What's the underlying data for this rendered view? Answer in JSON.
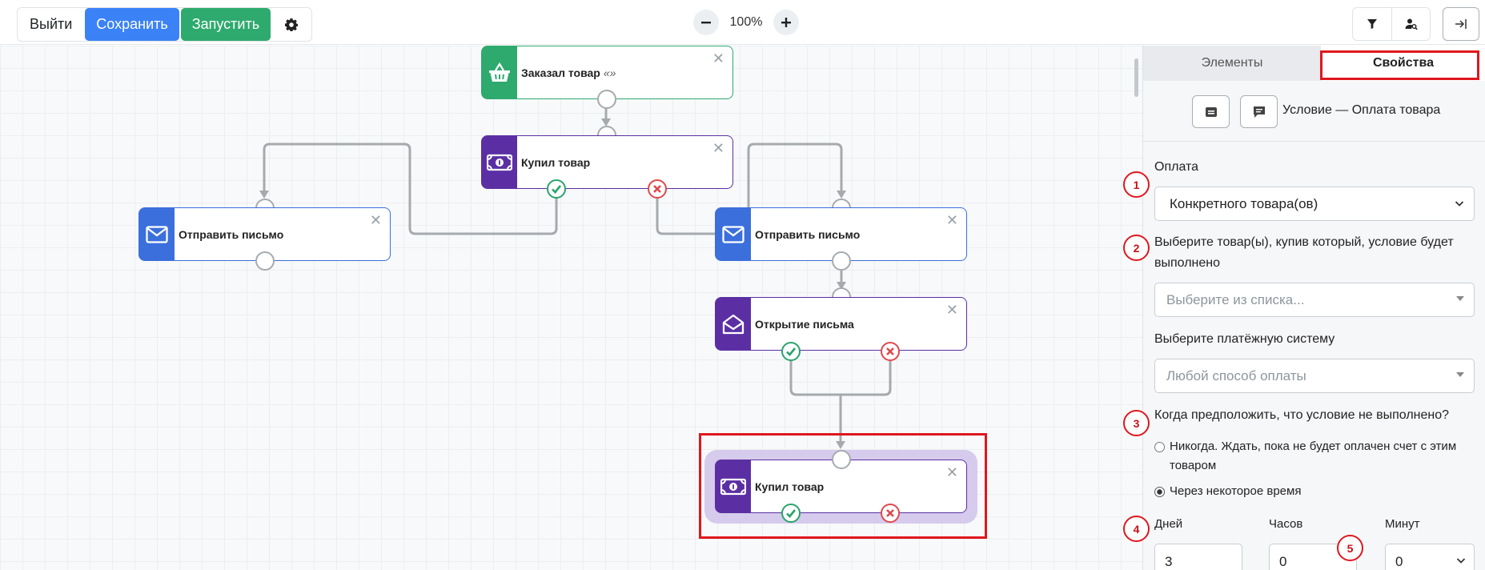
{
  "toolbar": {
    "exit_label": "Выйти",
    "save_label": "Сохранить",
    "run_label": "Запустить",
    "zoom_value": "100%"
  },
  "nodes": {
    "ordered": {
      "title": "Заказал товар",
      "quote": "«»"
    },
    "bought_top": {
      "title": "Купил товар"
    },
    "send_left": {
      "title": "Отправить письмо"
    },
    "send_right": {
      "title": "Отправить письмо"
    },
    "open_letter": {
      "title": "Открытие письма"
    },
    "bought_bottom": {
      "title": "Купил товар"
    }
  },
  "colors": {
    "green_node": "#2eaa6e",
    "blue_node": "#3b6fdc",
    "purple_node": "#5b2fa3",
    "highlight": "#e0161e"
  },
  "sidebar": {
    "tabs": {
      "elements": "Элементы",
      "properties": "Свойства"
    },
    "header_title": "Условие — Оплата товара",
    "payment_label": "Оплата",
    "payment_value": "Конкретного товара(ов)",
    "products_label": "Выберите товар(ы), купив который, условие будет выполнено",
    "products_placeholder": "Выберите из списка...",
    "paysystem_label": "Выберите платёжную систему",
    "paysystem_value": "Любой способ оплаты",
    "when_label": "Когда предположить, что условие не выполнено?",
    "radio_never": "Никогда. Ждать, пока не будет оплачен счет с этим товаром",
    "radio_after": "Через некоторое время",
    "days_label": "Дней",
    "hours_label": "Часов",
    "minutes_label": "Минут",
    "days_value": "3",
    "hours_value": "0",
    "minutes_value": "0"
  },
  "annotations": [
    "1",
    "2",
    "3",
    "4",
    "5"
  ]
}
